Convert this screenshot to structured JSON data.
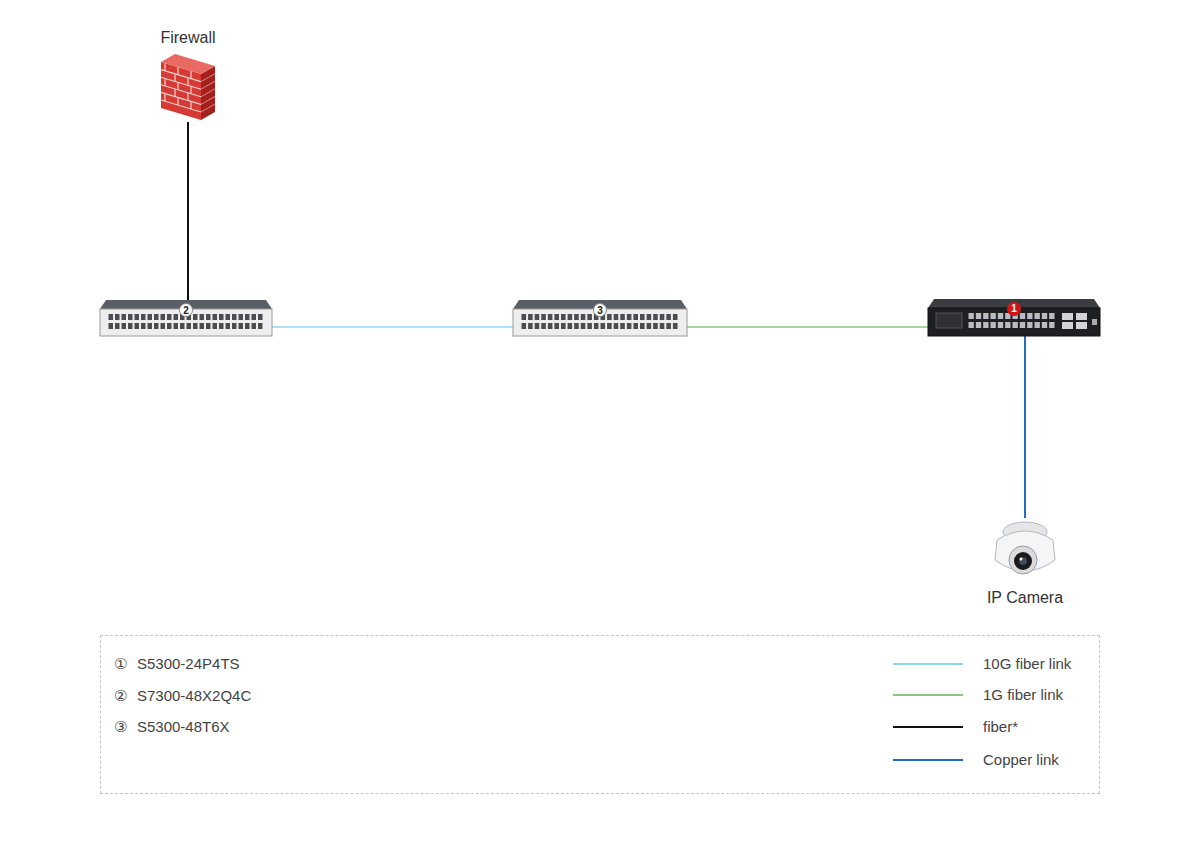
{
  "diagram": {
    "nodes": [
      {
        "text": [
          "Firewall"
        ]
      },
      {
        "text": [
          "2"
        ]
      },
      {
        "text": [
          "3"
        ]
      },
      {
        "text": [
          "1"
        ]
      },
      {
        "text": [
          "IP Camera"
        ]
      }
    ],
    "edges": [
      {
        "from": 0,
        "to": 1,
        "arrow": "none"
      },
      {
        "from": 1,
        "to": 2,
        "arrow": "none"
      },
      {
        "from": 2,
        "to": 3,
        "arrow": "none"
      },
      {
        "from": 3,
        "to": 4,
        "arrow": "none"
      }
    ],
    "labels": [
      "①",
      "S5300-24P4TS",
      "②",
      "S7300-48X2Q4C",
      "③",
      "S5300-48T6X"
    ],
    "legend": [
      {
        "text": "10G fiber link"
      },
      {
        "text": "1G fiber link"
      },
      {
        "text": "fiber*"
      },
      {
        "text": "Copper link"
      }
    ]
  }
}
